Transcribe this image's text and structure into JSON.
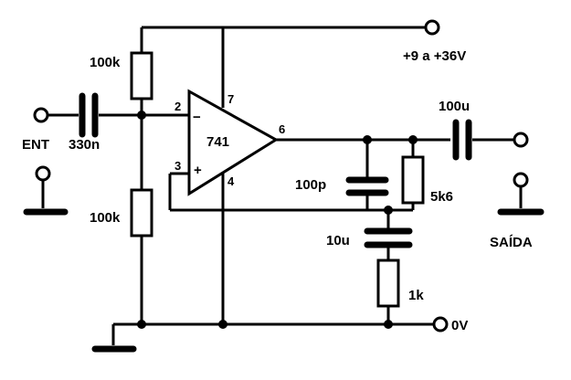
{
  "labels": {
    "supply": "+9 a +36V",
    "ground": "0V",
    "input": "ENT",
    "output": "SAÍDA",
    "opamp": "741"
  },
  "components": {
    "c_in": "330n",
    "r_top": "100k",
    "r_bottom": "100k",
    "c_out": "100u",
    "c_fb": "100p",
    "r_fb": "5k6",
    "c_gnd": "10u",
    "r_gnd": "1k"
  },
  "pins": {
    "p2": "2",
    "p3": "3",
    "p4": "4",
    "p6": "6",
    "p7": "7"
  },
  "signs": {
    "minus": "−",
    "plus": "+"
  }
}
